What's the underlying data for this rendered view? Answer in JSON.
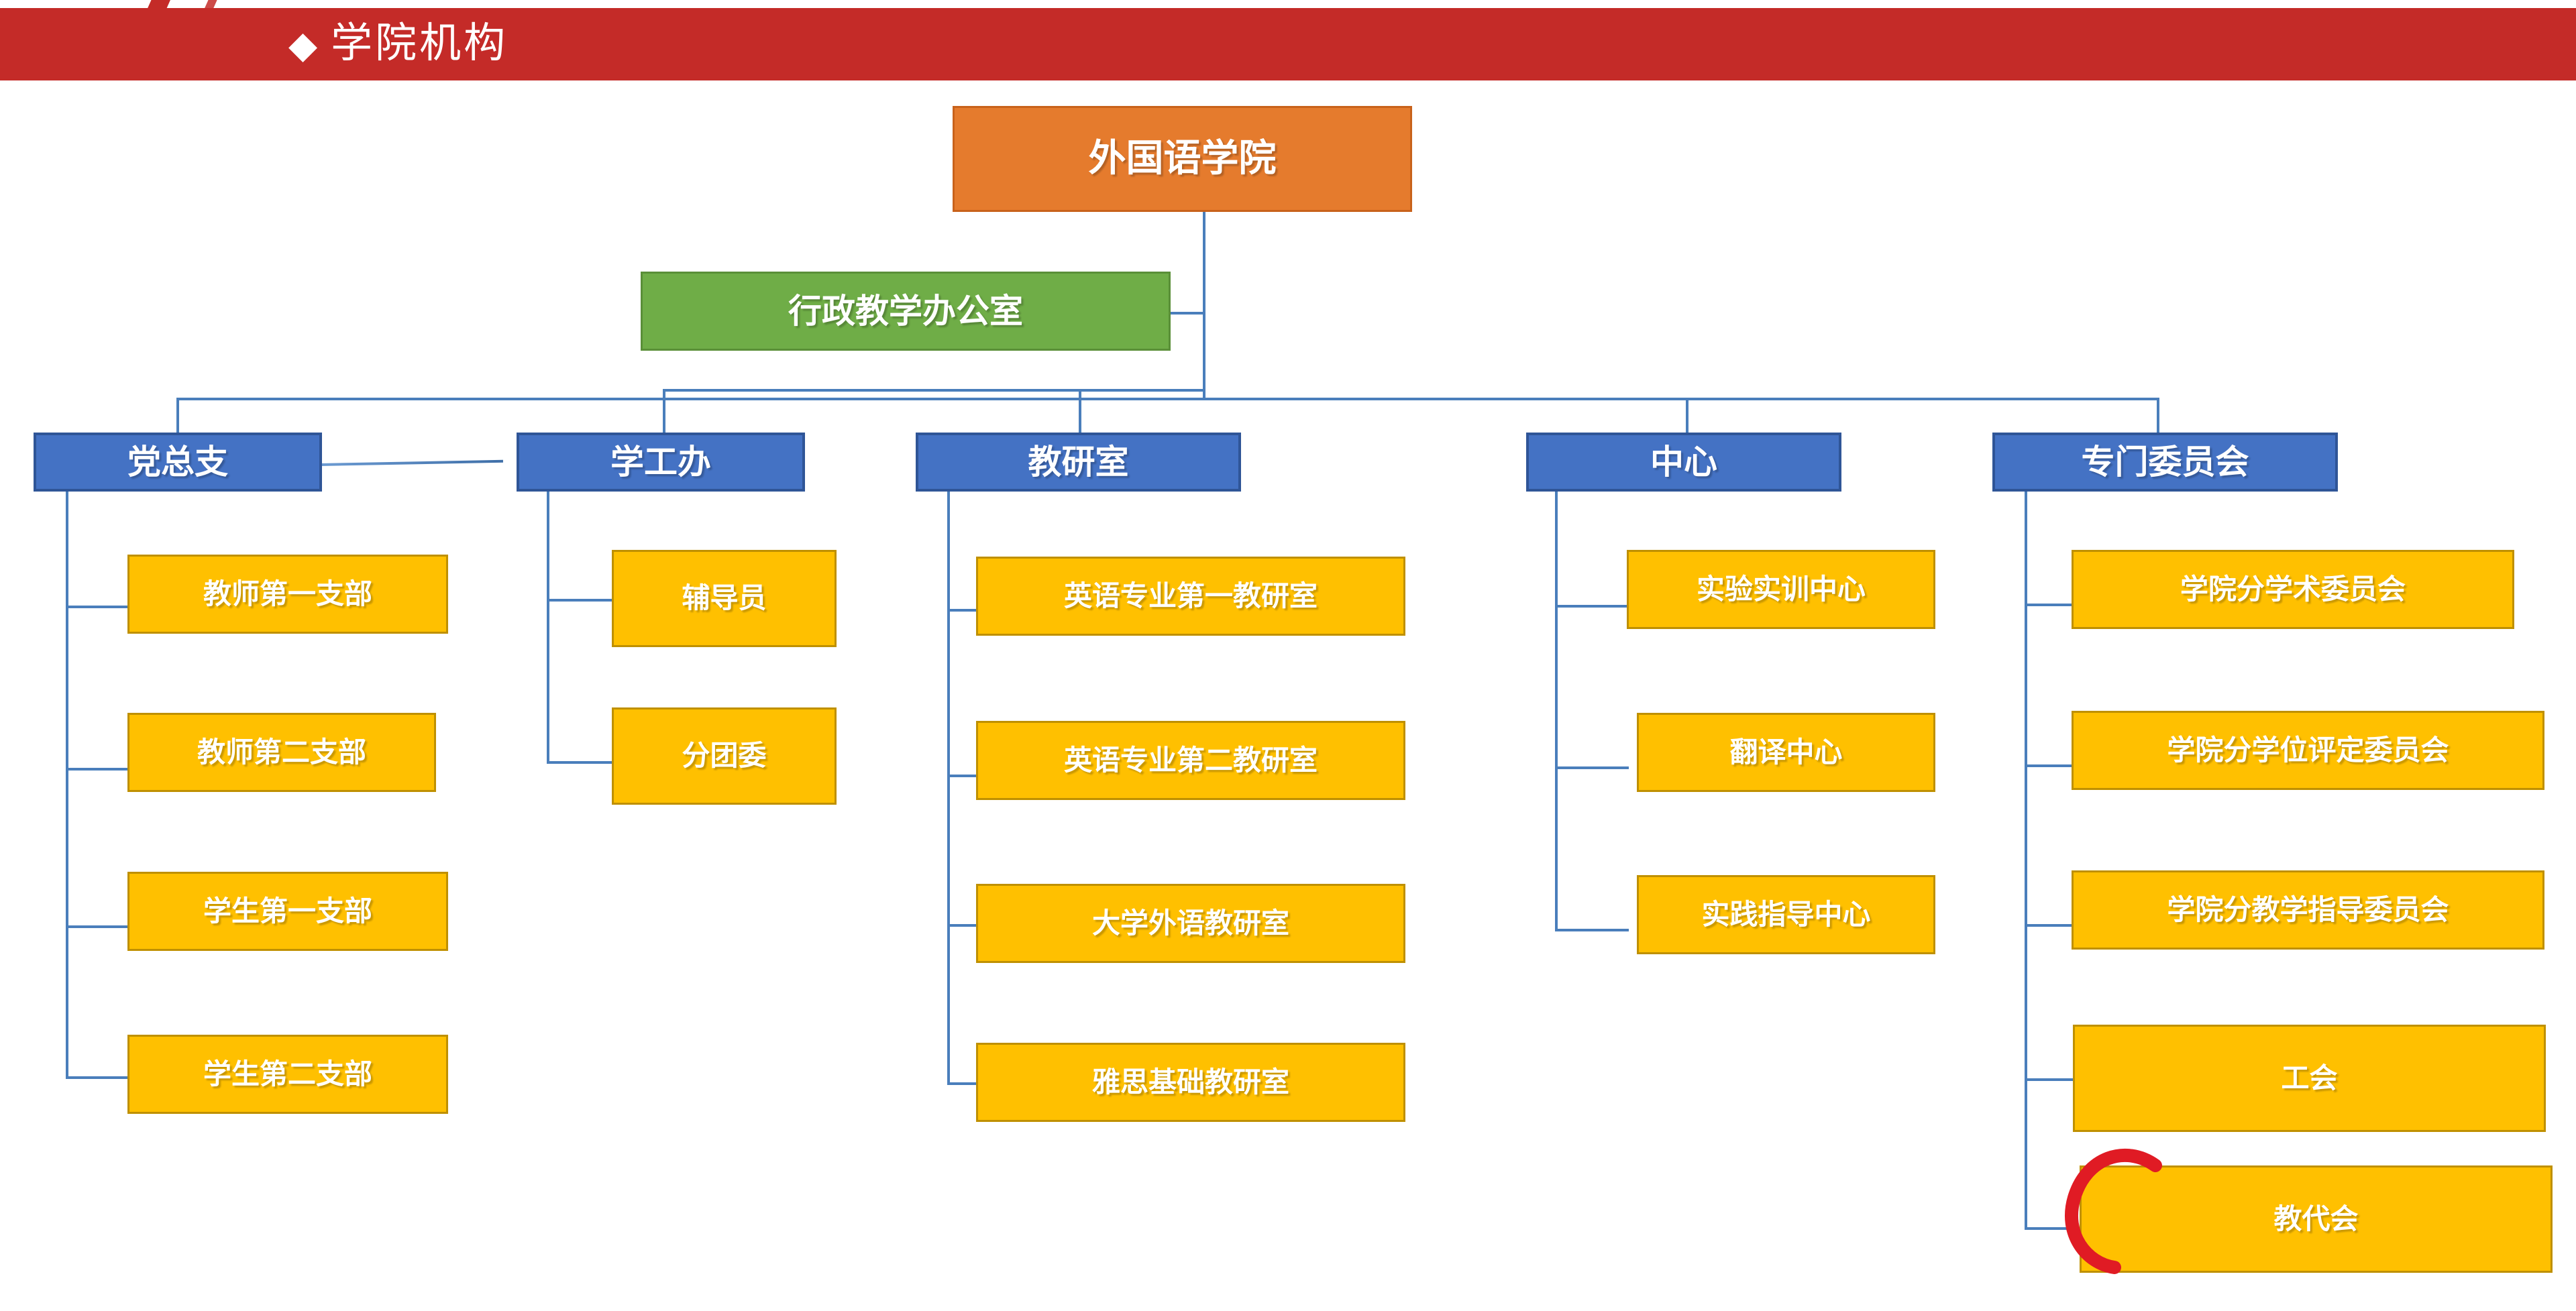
{
  "header": {
    "bullet": "◆",
    "title": "学院机构",
    "band_color": "#C42B28",
    "text_color": "#FFFFFF"
  },
  "colors": {
    "root_fill": "#E57B2D",
    "root_border": "#C8621B",
    "office_fill": "#6FAD47",
    "office_border": "#5A8F38",
    "dept_fill": "#4472C4",
    "dept_border": "#2F5597",
    "leaf_fill": "#FFC000",
    "leaf_border": "#BF9000",
    "connector": "#4A7EBB",
    "annotation": "#E01B24"
  },
  "chart_data": {
    "type": "diagram",
    "title": "学院机构",
    "root": "外国语学院",
    "staff_office": "行政教学办公室",
    "branches": [
      {
        "name": "党总支",
        "children": [
          "教师第一支部",
          "教师第二支部",
          "学生第一支部",
          "学生第二支部"
        ]
      },
      {
        "name": "学工办",
        "children": [
          "辅导员",
          "分团委"
        ]
      },
      {
        "name": "教研室",
        "children": [
          "英语专业第一教研室",
          "英语专业第二教研室",
          "大学外语教研室",
          "雅思基础教研室"
        ]
      },
      {
        "name": "中心",
        "children": [
          "实验实训中心",
          "翻译中心",
          "实践指导中心"
        ]
      },
      {
        "name": "专门委员会",
        "children": [
          "学院分学术委员会",
          "学院分学位评定委员会",
          "学院分教学指导委员会",
          "工会",
          "教代会"
        ]
      }
    ],
    "annotation": {
      "shape": "hand-drawn-red-arc",
      "target": "教代会"
    }
  },
  "nodes": {
    "root": "外国语学院",
    "office": "行政教学办公室",
    "d0": "党总支",
    "d0c0": "教师第一支部",
    "d0c1": "教师第二支部",
    "d0c2": "学生第一支部",
    "d0c3": "学生第二支部",
    "d1": "学工办",
    "d1c0": "辅导员",
    "d1c1": "分团委",
    "d2": "教研室",
    "d2c0": "英语专业第一教研室",
    "d2c1": "英语专业第二教研室",
    "d2c2": "大学外语教研室",
    "d2c3": "雅思基础教研室",
    "d3": "中心",
    "d3c0": "实验实训中心",
    "d3c1": "翻译中心",
    "d3c2": "实践指导中心",
    "d4": "专门委员会",
    "d4c0": "学院分学术委员会",
    "d4c1": "学院分学位评定委员会",
    "d4c2": "学院分教学指导委员会",
    "d4c3": "工会",
    "d4c4": "教代会"
  }
}
